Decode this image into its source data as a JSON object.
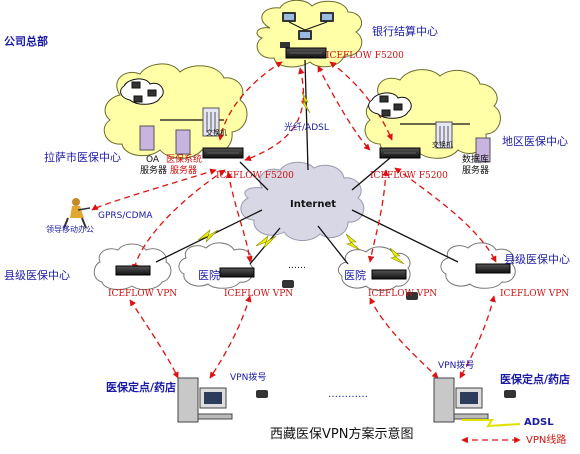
{
  "colors": {
    "cloud_fill": "#ffffa8",
    "cloud_stroke": "#6b6b2a",
    "vpn_line": "#e01010",
    "adsl_line": "#e8e800",
    "internet_cloud": "#d7d7e6",
    "site_label": "#1a1aa6",
    "device_label": "#cc1111"
  },
  "labels": {
    "company_hq": "公司总部",
    "bank_center": "银行结算中心",
    "lhasa_center": "拉萨市医保中心",
    "regional_center": "地区医保中心",
    "fiber_adsl": "光纤/ADSL",
    "internet": "Internet",
    "gprs": "GPRS/CDMA",
    "mobile_office": "领导移动办公",
    "county_left": "县级医保中心",
    "county_right": "县级医保中心",
    "hospital_left": "医院",
    "hospital_right": "医院",
    "pharmacy_left": "医保定点/药店",
    "pharmacy_right": "医保定点/药店",
    "vpn_dial_left": "VPN拨号",
    "vpn_dial_right": "VPN拨号",
    "title": "西藏医保VPN方案示意图",
    "ellipsis_mid": "……",
    "ellipsis_bottom": "…………",
    "oa_server": "OA",
    "oa_server_2": "服务器",
    "med_system": "医保系统",
    "med_system_2": "服务器",
    "db_server": "数据库",
    "db_server_2": "服务器",
    "switch_left": "交换机",
    "switch_right": "交换机"
  },
  "devices": {
    "bank_fw": "ICEFLOW F5200",
    "lhasa_fw": "ICEFLOW F5200",
    "regional_fw": "ICEFLOW F5200",
    "county_left_vpn": "ICEFLOW VPN",
    "hospital_left_vpn": "ICEFLOW VPN",
    "hospital_right_vpn": "ICEFLOW VPN",
    "county_right_vpn": "ICEFLOW VPN"
  },
  "legend": {
    "adsl": "ADSL",
    "vpn": "VPN线路"
  }
}
